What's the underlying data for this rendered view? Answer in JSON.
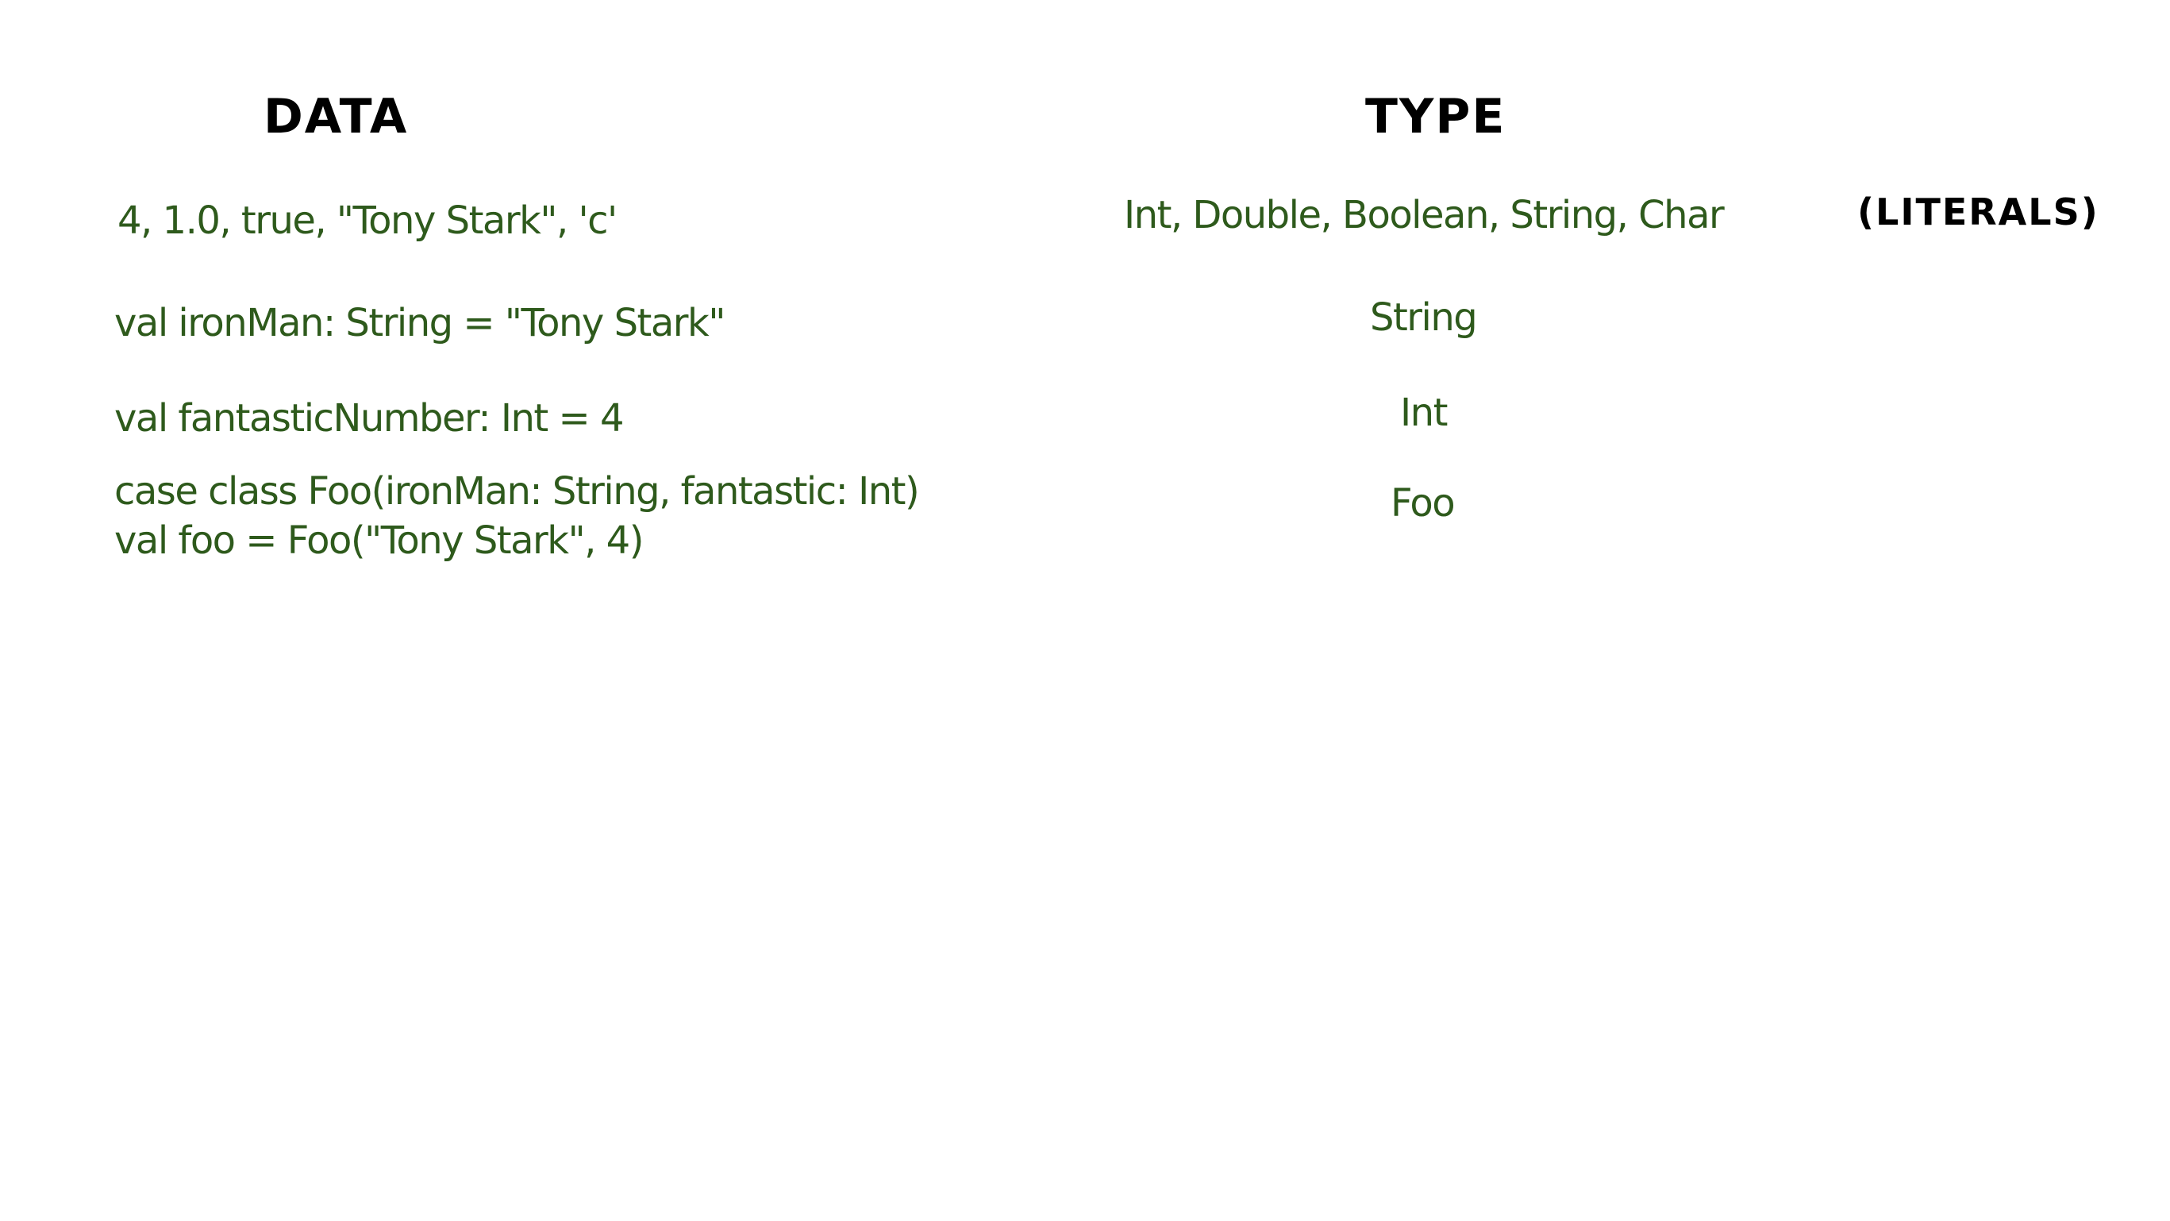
{
  "headings": {
    "data": "DATA",
    "type": "TYPE"
  },
  "rows": [
    {
      "data_lines": [
        "4, 1.0, true, \"Tony Stark\", 'c'"
      ],
      "type": "Int, Double, Boolean, String, Char",
      "note": "(LITERALS)"
    },
    {
      "data_lines": [
        "val ironMan: String = \"Tony Stark\""
      ],
      "type": "String"
    },
    {
      "data_lines": [
        "val fantasticNumber: Int = 4"
      ],
      "type": "Int"
    },
    {
      "data_lines": [
        "case class Foo(ironMan: String, fantastic: Int)",
        "val foo = Foo(\"Tony Stark\", 4)"
      ],
      "type": "Foo"
    }
  ],
  "colors": {
    "code_text": "#2e5a1c",
    "heading_text": "#000000",
    "background": "#ffffff"
  }
}
